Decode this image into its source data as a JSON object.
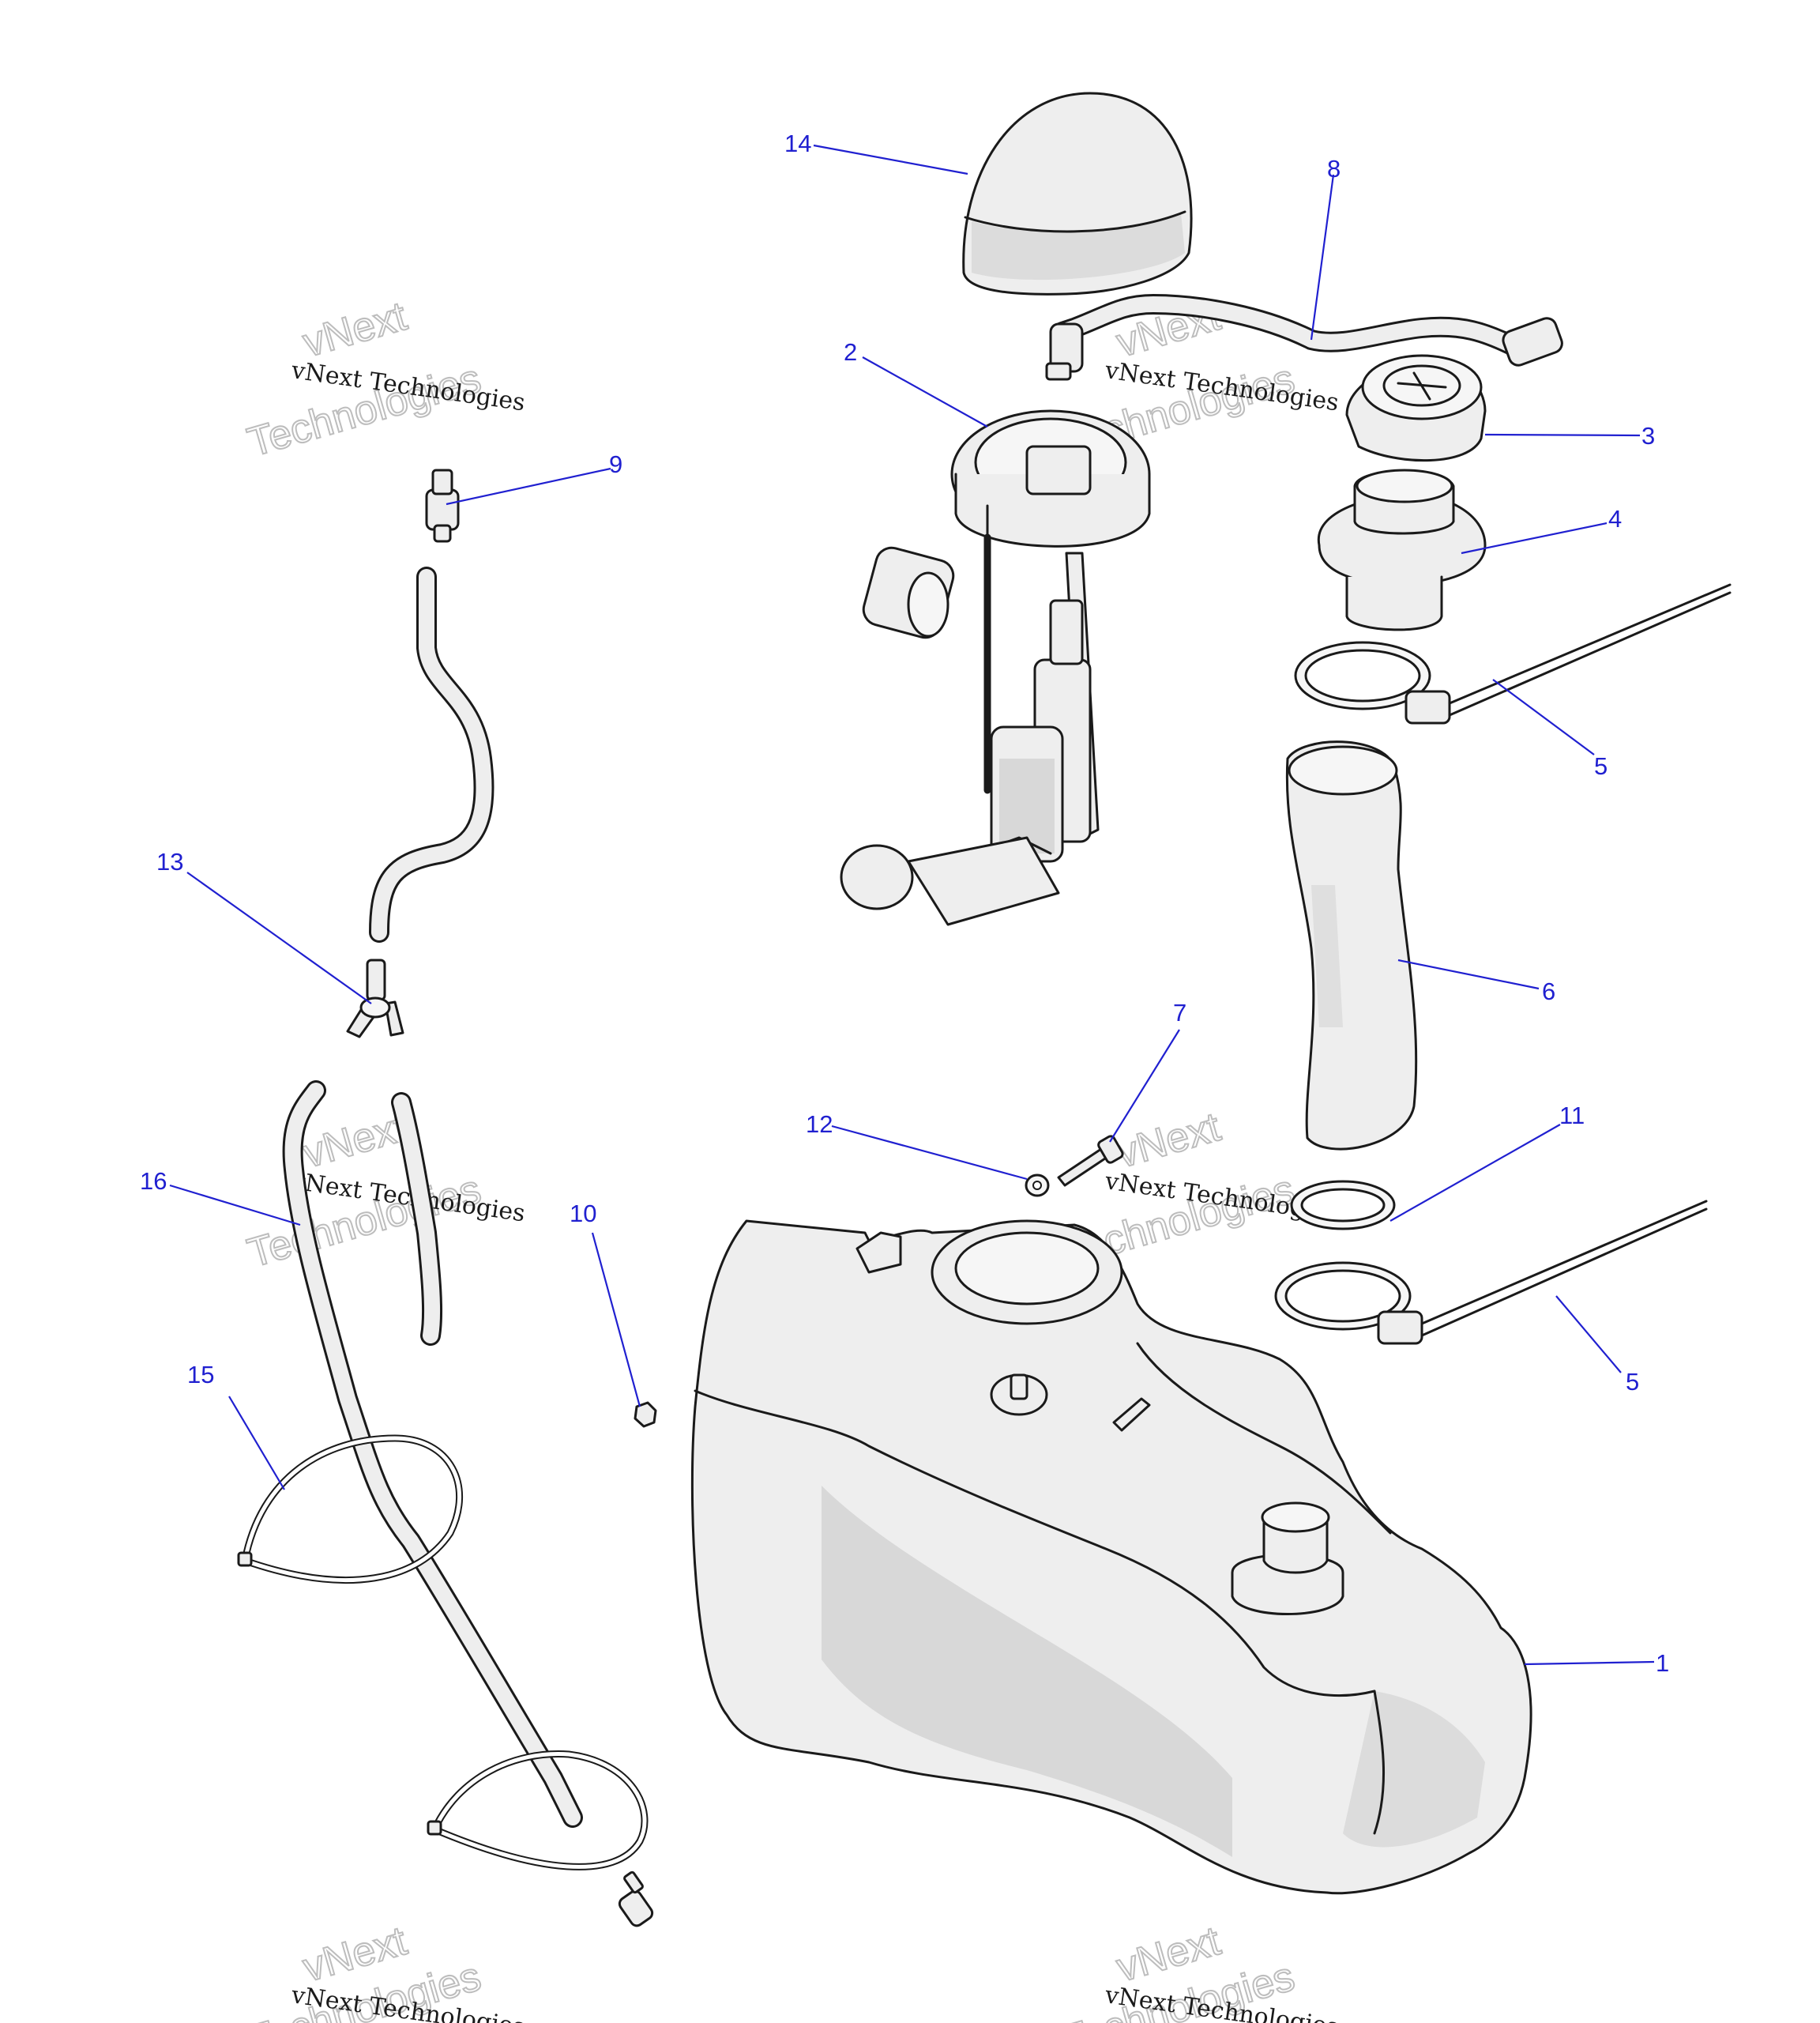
{
  "callouts": [
    {
      "id": "c1",
      "label": "1"
    },
    {
      "id": "c2",
      "label": "2"
    },
    {
      "id": "c3",
      "label": "3"
    },
    {
      "id": "c4",
      "label": "4"
    },
    {
      "id": "c5a",
      "label": "5"
    },
    {
      "id": "c5b",
      "label": "5"
    },
    {
      "id": "c6",
      "label": "6"
    },
    {
      "id": "c7",
      "label": "7"
    },
    {
      "id": "c8",
      "label": "8"
    },
    {
      "id": "c9",
      "label": "9"
    },
    {
      "id": "c10",
      "label": "10"
    },
    {
      "id": "c11",
      "label": "11"
    },
    {
      "id": "c12",
      "label": "12"
    },
    {
      "id": "c13",
      "label": "13"
    },
    {
      "id": "c14",
      "label": "14"
    },
    {
      "id": "c15",
      "label": "15"
    },
    {
      "id": "c16",
      "label": "16"
    }
  ],
  "watermark": {
    "line1": "vNext Technologies",
    "line2a": "vNext",
    "line2b": "Technologies"
  },
  "colors": {
    "callout": "#2020d0",
    "outline": "#1a1a1a",
    "part_fill": "#eeeeee",
    "shade": "#c9c9c9"
  }
}
